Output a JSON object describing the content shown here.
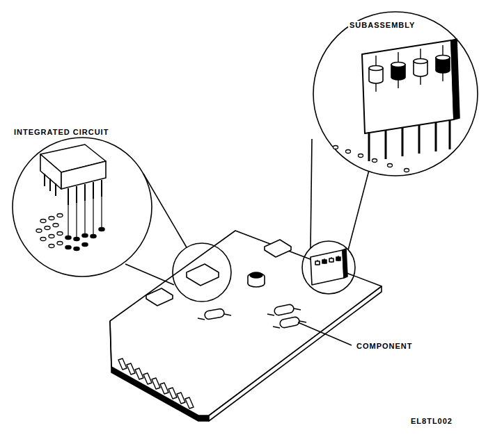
{
  "diagram": {
    "labels": [
      "SUBASSEMBLY",
      "INTEGRATED CIRCUIT",
      "COMPONENT",
      "EL8TL002"
    ]
  }
}
